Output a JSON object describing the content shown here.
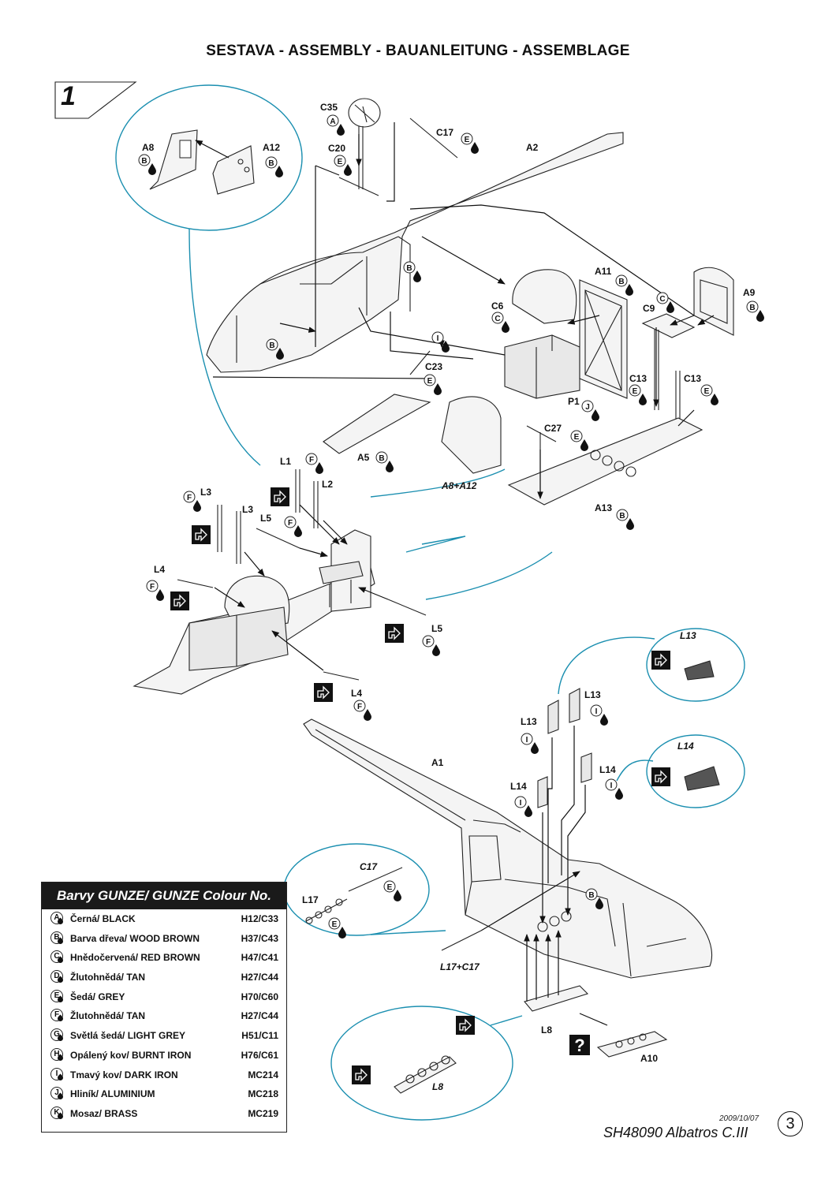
{
  "title": "SESTAVA -  ASSEMBLY - BAUANLEITUNG - ASSEMBLAGE",
  "step": "1",
  "labels": {
    "c35": "C35",
    "c17a": "C17",
    "a2": "A2",
    "a8": "A8",
    "a12": "A12",
    "c20": "C20",
    "a11": "A11",
    "c6": "C6",
    "c9": "C9",
    "a9": "A9",
    "c23": "C23",
    "c13a": "C13",
    "c13b": "C13",
    "p1": "P1",
    "c27": "C27",
    "a5": "A5",
    "a8a12": "A8+A12",
    "a13": "A13",
    "l1": "L1",
    "l2": "L2",
    "l3a": "L3",
    "l3b": "L3",
    "l5a": "L5",
    "l4a": "L4",
    "l5b": "L5",
    "l4b": "L4",
    "l13c": "L13",
    "l13a": "L13",
    "l13b": "L13",
    "a1": "A1",
    "l14c": "L14",
    "l14a": "L14",
    "l14b": "L14",
    "c17b": "C17",
    "l17": "L17",
    "l17c17": "L17+C17",
    "l8": "L8",
    "l8c": "L8",
    "a10": "A10"
  },
  "badges": {
    "c35": "A",
    "c17a": "E",
    "a8": "B",
    "a12": "B",
    "c20": "E",
    "fus_b1": "B",
    "a11": "B",
    "c6": "C",
    "c9": "C",
    "a9": "B",
    "fus_b2": "B",
    "c23": "E",
    "i1": "I",
    "c13a": "E",
    "c13b": "E",
    "p1": "J",
    "c27": "E",
    "a5": "B",
    "a13": "B",
    "l1": "F",
    "l3": "F",
    "l5a": "F",
    "l4a": "F",
    "l5b": "F",
    "l4b": "F",
    "l13a": "I",
    "l13b": "I",
    "l14a": "I",
    "l14b": "I",
    "c17b": "E",
    "l17": "E",
    "a1b": "B"
  },
  "legend": {
    "header": "Barvy GUNZE/ GUNZE Colour No.",
    "rows": [
      {
        "key": "A",
        "name": "Černá/ BLACK",
        "code": "H12/C33"
      },
      {
        "key": "B",
        "name": "Barva dřeva/ WOOD BROWN",
        "code": "H37/C43"
      },
      {
        "key": "C",
        "name": "Hnědočervená/ RED BROWN",
        "code": "H47/C41"
      },
      {
        "key": "D",
        "name": "Žlutohnědá/ TAN",
        "code": "H27/C44"
      },
      {
        "key": "E",
        "name": "Šedá/ GREY",
        "code": "H70/C60"
      },
      {
        "key": "F",
        "name": "Žlutohnědá/ TAN",
        "code": "H27/C44"
      },
      {
        "key": "G",
        "name": "Světlá šedá/ LIGHT GREY",
        "code": "H51/C11"
      },
      {
        "key": "H",
        "name": "Opálený kov/ BURNT IRON",
        "code": "H76/C61"
      },
      {
        "key": "I",
        "name": "Tmavý kov/ DARK IRON",
        "code": "MC214"
      },
      {
        "key": "J",
        "name": "Hliník/ ALUMINIUM",
        "code": "MC218"
      },
      {
        "key": "K",
        "name": "Mosaz/ BRASS",
        "code": "MC219"
      }
    ]
  },
  "question_mark": "?",
  "date": "2009/10/07",
  "kit_code": "SH48090 Albatros C.III",
  "page": "3"
}
